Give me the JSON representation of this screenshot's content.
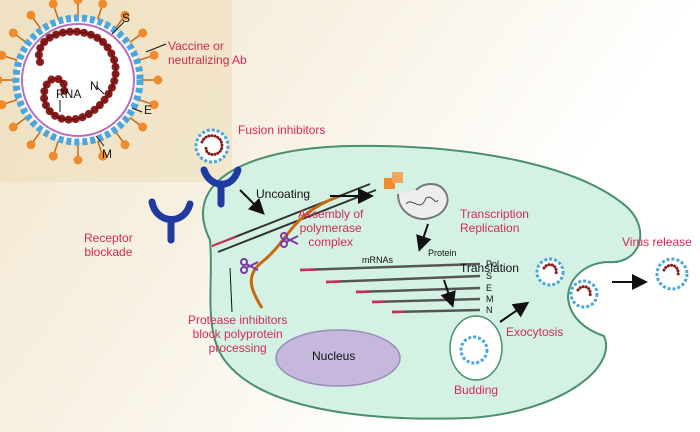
{
  "labels": {
    "spike": "S",
    "envelope": "E",
    "membrane": "M",
    "rna": "RNA",
    "nucleocapsid": "N",
    "vaccine": "Vaccine or\nneutralizing Ab",
    "fusion": "Fusion inhibitors",
    "receptor": "Receptor\nblockade",
    "uncoating": "Uncoating",
    "assembly": "Assembly of\npolymerase\ncomplex",
    "transcription": "Transcription\nReplication",
    "protein": "Protein",
    "mrnas": "mRNAs",
    "translation": "Translation",
    "protease": "Protease inhibitors\nblock polyprotein\nprocessing",
    "nucleus": "Nucleus",
    "budding": "Budding",
    "exocytosis": "Exocytosis",
    "release": "Virus release"
  },
  "proteins": [
    "Pol",
    "S",
    "E",
    "M",
    "N"
  ],
  "colors": {
    "cell": "#d3f2e4",
    "cell_edge": "#4a8f6e",
    "nucleus": "#c6b8dc",
    "spike": "#f08a2a",
    "rna_bead": "#8b1c1c",
    "envelope": "#4aa6dc",
    "receptor": "#1f3aa0",
    "callout": "#d42a54",
    "polyprotein": "#c8680f"
  }
}
